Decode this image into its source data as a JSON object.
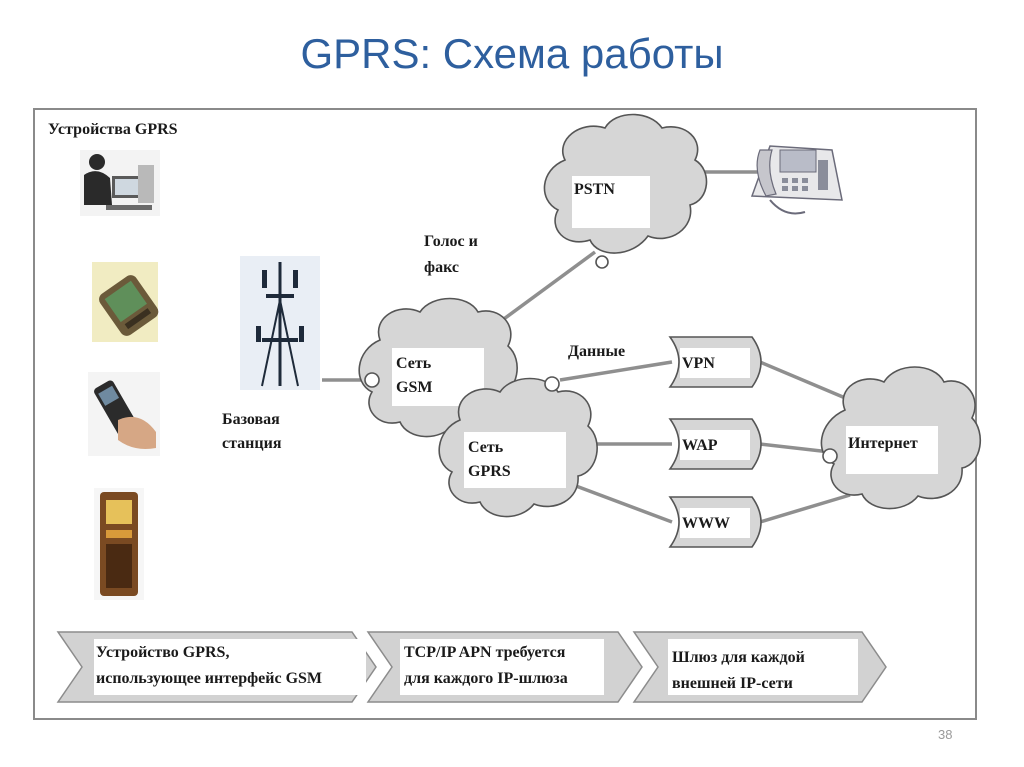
{
  "slide": {
    "title": "GPRS: Схема работы",
    "number": "38"
  },
  "diagram": {
    "devices_label": "Устройства GPRS",
    "base_station_label": [
      "Базовая",
      "станция"
    ],
    "voice_fax_label": [
      "Голос и",
      "факс"
    ],
    "data_label": "Данные",
    "clouds": {
      "pstn": "PSTN",
      "gsm": [
        "Сеть",
        "GSM"
      ],
      "gprs": [
        "Сеть",
        "GPRS"
      ],
      "internet": "Интернет"
    },
    "gateways": [
      "VPN",
      "WAP",
      "WWW"
    ],
    "steps": [
      [
        "Устройство GPRS,",
        "использующее интерфейс GSM"
      ],
      [
        "TCP/IP APN требуется",
        "для каждого IP-шлюза"
      ],
      [
        "Шлюз для каждой",
        "внешней IP-сети"
      ]
    ],
    "colors": {
      "title": "#2e5f9e",
      "cloud_fill": "#d6d6d6",
      "connector": "#8f8f8f"
    },
    "icons": [
      "desktop-user-icon",
      "handheld-pda-icon",
      "mobile-phone-icon",
      "kiosk-terminal-icon",
      "cell-tower-icon",
      "desk-telephone-icon"
    ]
  }
}
